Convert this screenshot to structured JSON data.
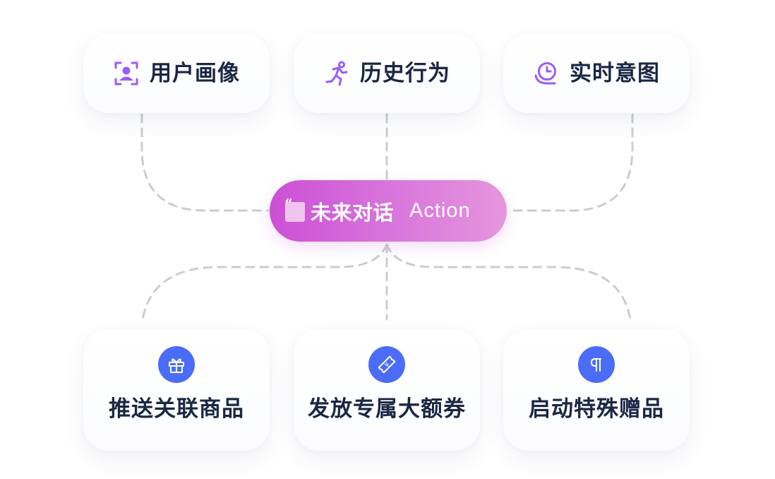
{
  "inputs": [
    {
      "label": "用户画像",
      "icon": "user-portrait-icon"
    },
    {
      "label": "历史行为",
      "icon": "running-person-icon"
    },
    {
      "label": "实时意图",
      "icon": "clock-intent-icon"
    }
  ],
  "center": {
    "label_zh": "未来对话",
    "label_en": "Action",
    "icon": "quote-icon"
  },
  "outputs": [
    {
      "label": "推送关联商品",
      "icon": "gift-icon"
    },
    {
      "label": "发放专属大额券",
      "icon": "coupon-ticket-icon"
    },
    {
      "label": "启动特殊赠品",
      "icon": "pilcrow-icon"
    }
  ],
  "colors": {
    "accent_purple": "#9b5cf6",
    "accent_blue": "#4a6cf7",
    "pill_gradient_start": "#cc4fd6",
    "pill_gradient_end": "#e596dd",
    "text_dark": "#1a2744",
    "connector": "#c9cdd3"
  }
}
